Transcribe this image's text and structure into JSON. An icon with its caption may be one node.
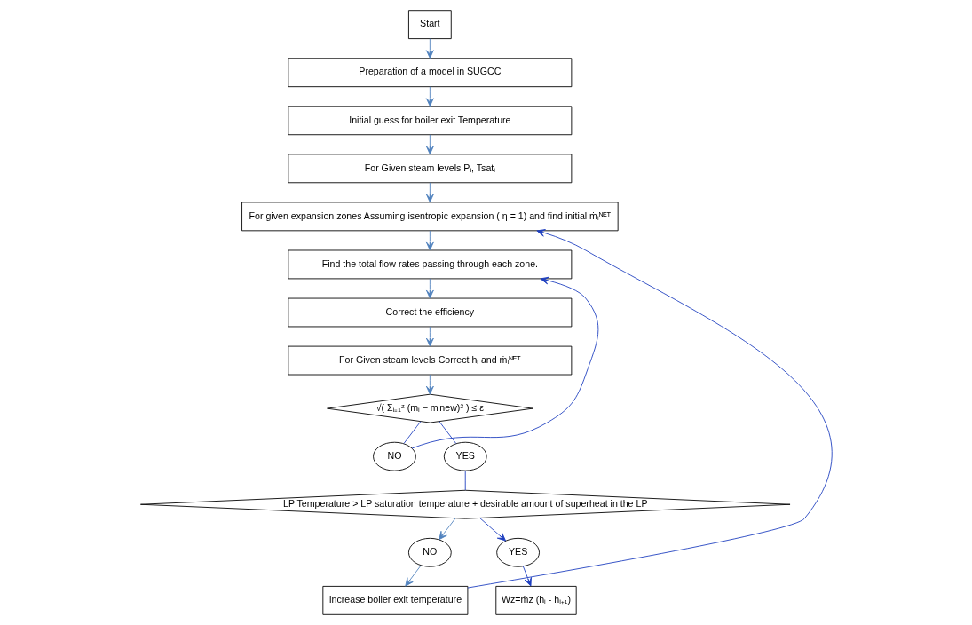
{
  "diagram": {
    "nodes": [
      {
        "text": [
          "Start"
        ]
      },
      {
        "text": [
          "Preparation of a model in SUGCC"
        ]
      },
      {
        "text": [
          "Initial guess for boiler exit Temperature"
        ]
      },
      {
        "text": [
          "For Given steam levels Pᵢ, Tsatᵢ"
        ]
      },
      {
        "text": [
          "For given expansion zones Assuming isentropic expansion ( η = 1) and find initial ṁᵢᴺᴱᵀ"
        ]
      },
      {
        "text": [
          "Find the total flow rates passing through each zone."
        ]
      },
      {
        "text": [
          "Correct the efficiency"
        ]
      },
      {
        "text": [
          "For Given steam levels Correct hᵢ and ṁᵢᴺᴱᵀ"
        ]
      },
      {
        "text": [
          "√( Σᵢ₌₁ᶻ (mᵢ − mᵢnew)² ) ≤ ε"
        ]
      },
      {
        "text": [
          "NO"
        ]
      },
      {
        "text": [
          "YES"
        ]
      },
      {
        "text": [
          "LP Temperature > LP saturation temperature + desirable amount of superheat in the LP"
        ]
      },
      {
        "text": [
          "NO"
        ]
      },
      {
        "text": [
          "Increase boiler exit temperature"
        ]
      },
      {
        "text": [
          "YES"
        ]
      },
      {
        "text": [
          "Wz=ṁz (hᵢ - hᵢ₊₁)"
        ]
      }
    ],
    "edges": [
      {
        "from": 0,
        "to": 1,
        "arrow": "to"
      },
      {
        "from": 1,
        "to": 2,
        "arrow": "to"
      },
      {
        "from": 2,
        "to": 3,
        "arrow": "to"
      },
      {
        "from": 3,
        "to": 4,
        "arrow": "to"
      },
      {
        "from": 4,
        "to": 5,
        "arrow": "to"
      },
      {
        "from": 5,
        "to": 6,
        "arrow": "to"
      },
      {
        "from": 6,
        "to": 7,
        "arrow": "to"
      },
      {
        "from": 7,
        "to": 8,
        "arrow": "to"
      },
      {
        "from": 8,
        "to": 9,
        "arrow": "none",
        "color": "#1f3fbf"
      },
      {
        "from": 9,
        "to": 5,
        "arrow": "to",
        "color": "#1f3fbf"
      },
      {
        "from": 8,
        "to": 10,
        "arrow": "none",
        "color": "#1f3fbf"
      },
      {
        "from": 10,
        "to": 11,
        "arrow": "none",
        "color": "#1f3fbf"
      },
      {
        "from": 11,
        "to": 12,
        "arrow": "to"
      },
      {
        "from": 12,
        "to": 13,
        "arrow": "to"
      },
      {
        "from": 13,
        "to": 4,
        "arrow": "to",
        "color": "#1f3fbf"
      },
      {
        "from": 11,
        "to": 14,
        "arrow": "to",
        "color": "#1f3fbf"
      },
      {
        "from": 14,
        "to": 15,
        "arrow": "to",
        "color": "#1f3fbf"
      }
    ]
  }
}
